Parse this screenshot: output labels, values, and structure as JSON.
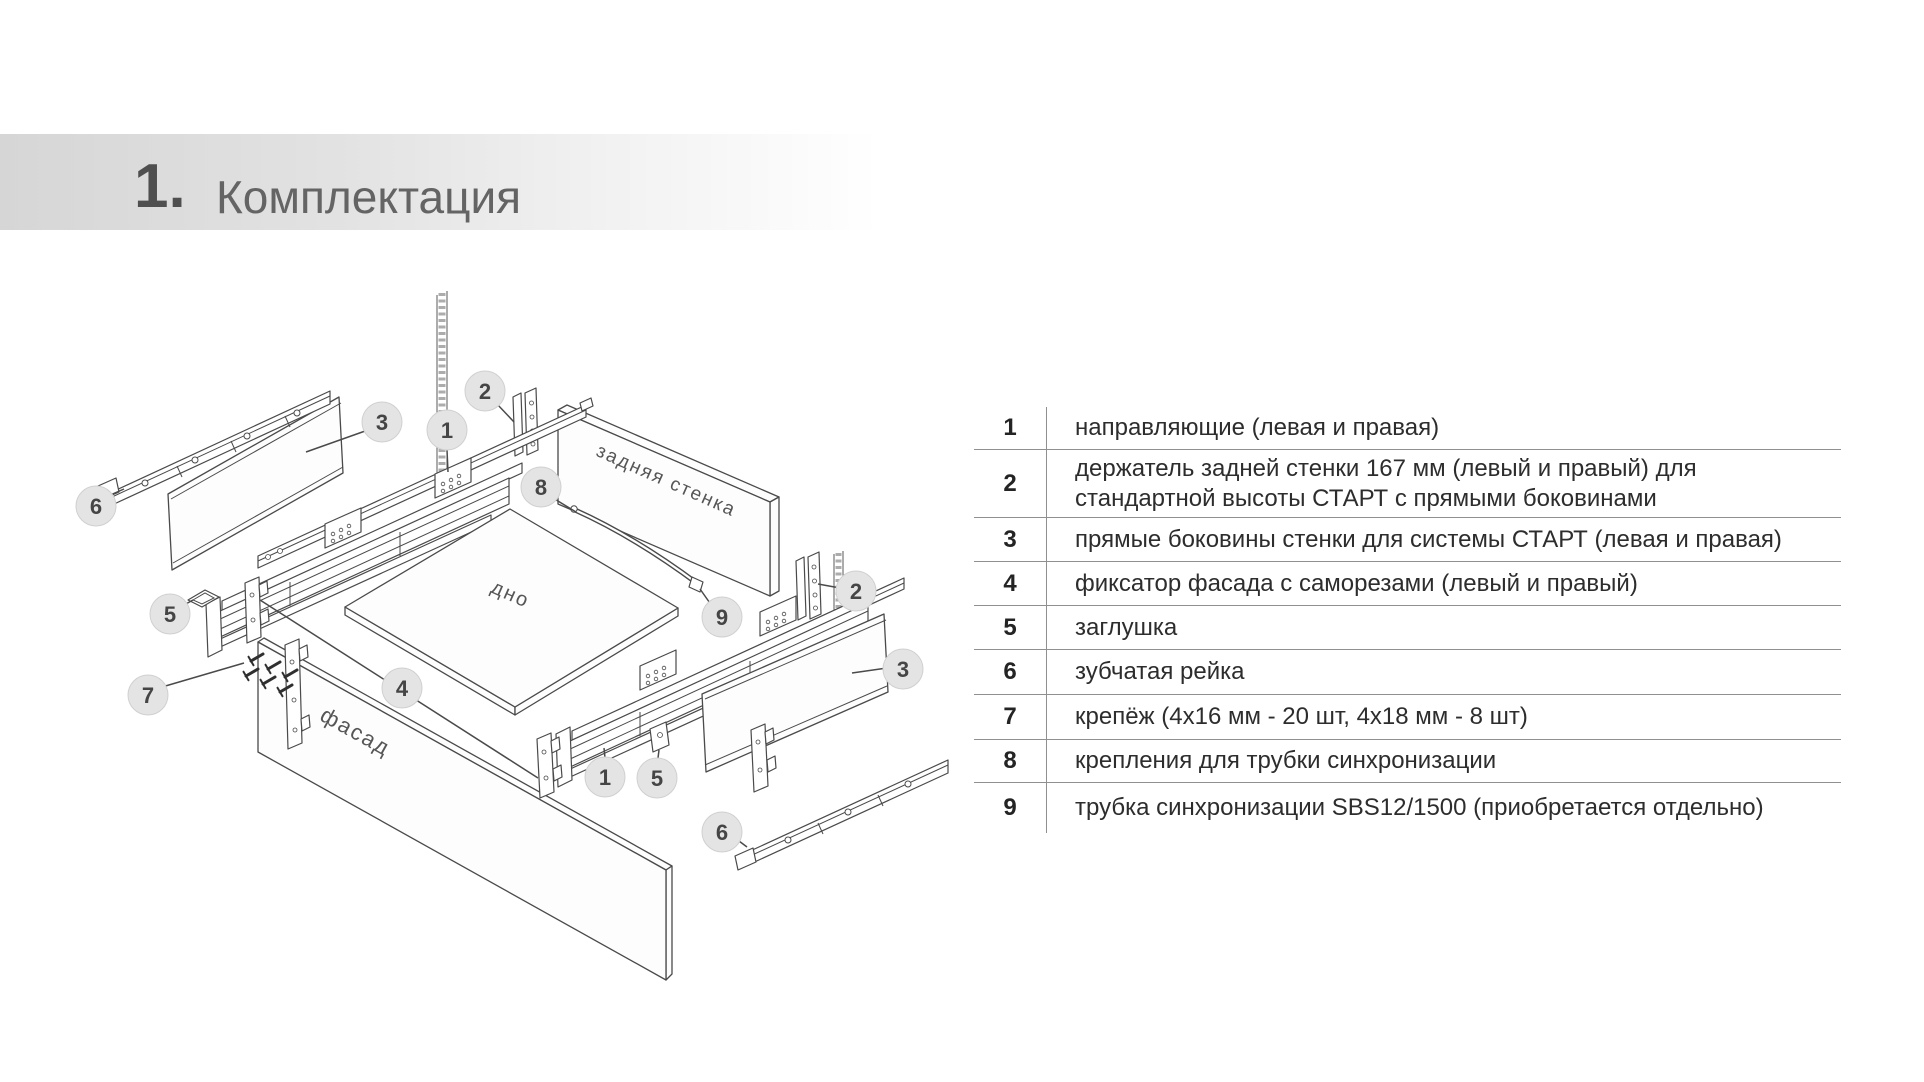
{
  "header": {
    "number": "1.",
    "title": "Комплектация"
  },
  "diagram": {
    "labels": {
      "back_wall": "задняя стенка",
      "bottom": "дно",
      "facade": "фасад"
    },
    "callouts": [
      "6",
      "3",
      "1",
      "2",
      "8",
      "5",
      "7",
      "4",
      "9",
      "2",
      "3",
      "1",
      "5",
      "6"
    ]
  },
  "table": {
    "rows": [
      {
        "num": "1",
        "desc": "направляющие (левая и правая)"
      },
      {
        "num": "2",
        "desc": "держатель задней стенки 167 мм (левый и правый) для\nстандартной высоты СТАРТ с прямыми боковинами"
      },
      {
        "num": "3",
        "desc": "прямые боковины стенки для системы СТАРТ (левая и правая)"
      },
      {
        "num": "4",
        "desc": "фиксатор фасада с саморезами (левый и правый)"
      },
      {
        "num": "5",
        "desc": "заглушка"
      },
      {
        "num": "6",
        "desc": "зубчатая рейка"
      },
      {
        "num": "7",
        "desc": "крепёж (4х16 мм - 20 шт, 4х18 мм - 8 шт)"
      },
      {
        "num": "8",
        "desc": "крепления для трубки синхронизации"
      },
      {
        "num": "9",
        "desc": "трубка синхронизации SBS12/1500 (приобретается отдельно)"
      }
    ]
  }
}
